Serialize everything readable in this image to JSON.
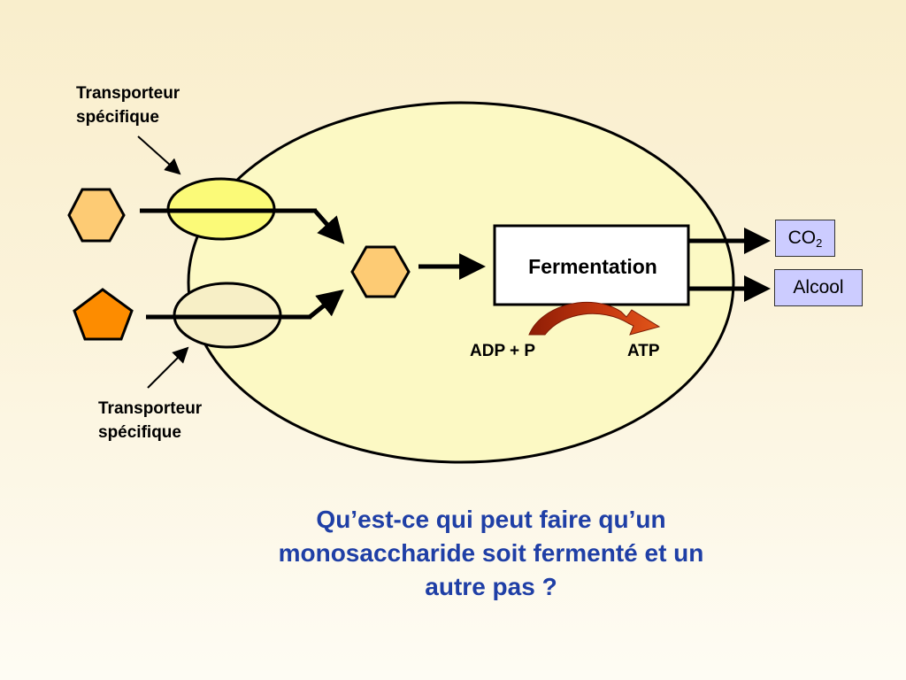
{
  "labels": {
    "transporter_top": {
      "line1": "Transporteur",
      "line2": "spécifique"
    },
    "transporter_bottom": {
      "line1": "Transporteur",
      "line2": "spécifique"
    },
    "fermentation": "Fermentation",
    "adp": "ADP + P",
    "atp": "ATP"
  },
  "products": {
    "co2": {
      "base": "CO",
      "subscript": "2"
    },
    "alcool": "Alcool"
  },
  "question": {
    "line1": "Qu’est-ce qui peut faire qu’un",
    "line2": "monosaccharide soit fermenté et un",
    "line3": "autre pas ?"
  },
  "colors": {
    "cell_fill": "#fcf9c4",
    "hexagon_fill": "#fdcb74",
    "pentagon_fill": "#fd8c00",
    "transporter_top_fill": "#fbfa78",
    "transporter_bottom_fill": "#f7efc6",
    "product_box_fill": "#ccccff",
    "question_text": "#1f3fa6",
    "atp_arrow": "#bb2a0c"
  }
}
